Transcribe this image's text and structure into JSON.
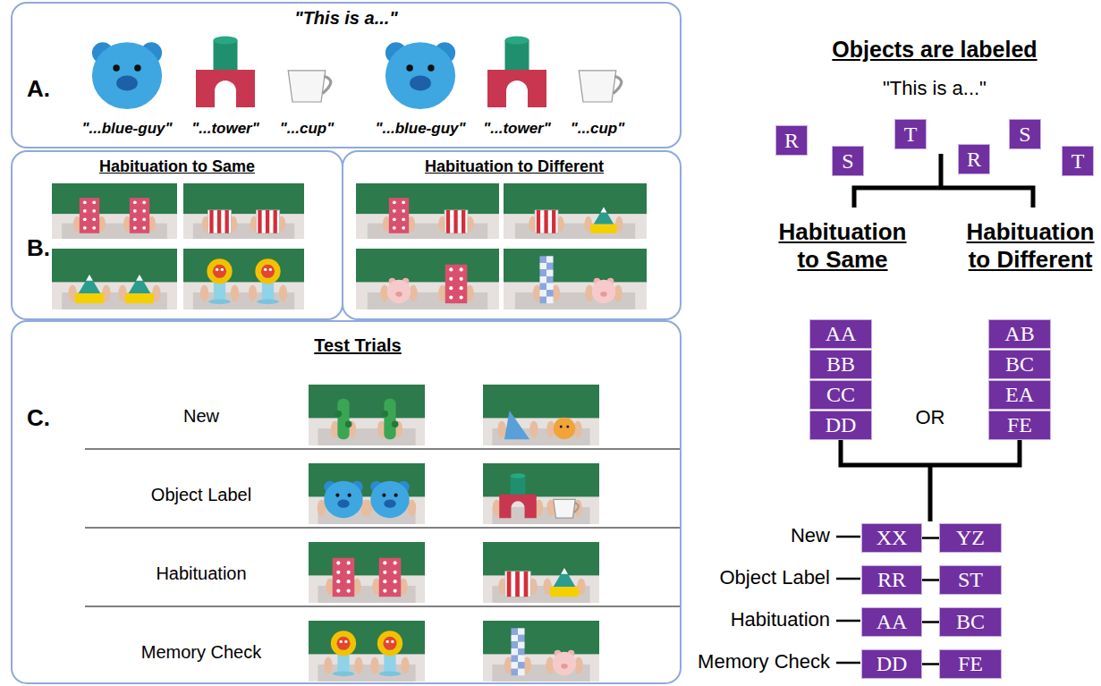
{
  "diagram": {
    "nodes": [
      {
        "text": [
          "\"This is a...\"",
          "A.",
          "\"...blue-guy\"",
          "\"...tower\"",
          "\"...cup\"",
          "\"...blue-guy\"",
          "\"...tower\"",
          "\"...cup\""
        ]
      },
      {
        "text": [
          "Habituation to Same",
          "B."
        ]
      },
      {
        "text": [
          "Habituation to Different"
        ]
      },
      {
        "text": [
          "Test Trials",
          "C.",
          "New",
          "Object Label",
          "Habituation",
          "Memory Check"
        ]
      },
      {
        "text": [
          "R"
        ]
      },
      {
        "text": [
          "S"
        ]
      },
      {
        "text": [
          "T"
        ]
      },
      {
        "text": [
          "R"
        ]
      },
      {
        "text": [
          "S"
        ]
      },
      {
        "text": [
          "T"
        ]
      },
      {
        "text": [
          "AA"
        ]
      },
      {
        "text": [
          "BB"
        ]
      },
      {
        "text": [
          "CC"
        ]
      },
      {
        "text": [
          "DD"
        ]
      },
      {
        "text": [
          "AB"
        ]
      },
      {
        "text": [
          "BC"
        ]
      },
      {
        "text": [
          "EA"
        ]
      },
      {
        "text": [
          "FE"
        ]
      },
      {
        "text": [
          "XX"
        ]
      },
      {
        "text": [
          "YZ"
        ]
      },
      {
        "text": [
          "RR"
        ]
      },
      {
        "text": [
          "ST"
        ]
      },
      {
        "text": [
          "AA"
        ]
      },
      {
        "text": [
          "BC"
        ]
      },
      {
        "text": [
          "DD"
        ]
      },
      {
        "text": [
          "FE"
        ]
      }
    ],
    "edges": [
      {
        "from": 18,
        "to": 19,
        "arrow": "none"
      },
      {
        "from": 20,
        "to": 21,
        "arrow": "none"
      },
      {
        "from": 22,
        "to": 23,
        "arrow": "none"
      },
      {
        "from": 24,
        "to": 25,
        "arrow": "none"
      }
    ],
    "labels": [
      "Objects are labeled",
      "\"This is a...\"",
      "Habituation to Same",
      "Habituation to Different",
      "OR",
      "New",
      "Object Label",
      "Habituation",
      "Memory Check"
    ]
  }
}
